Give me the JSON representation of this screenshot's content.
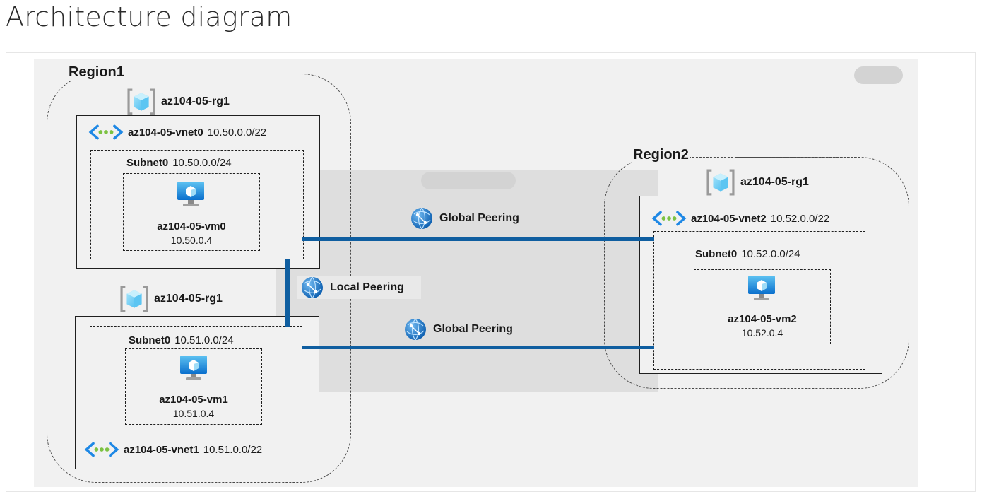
{
  "page": {
    "title": "Architecture diagram"
  },
  "regions": [
    {
      "label": "Region1",
      "groups": [
        {
          "rg": "az104-05-rg1",
          "vnet": {
            "name": "az104-05-vnet0",
            "cidr": "10.50.0.0/22"
          },
          "subnet": {
            "name": "Subnet0",
            "cidr": "10.50.0.0/24"
          },
          "vm": {
            "name": "az104-05-vm0",
            "ip": "10.50.0.4"
          }
        },
        {
          "rg": "az104-05-rg1",
          "vnet": {
            "name": "az104-05-vnet1",
            "cidr": "10.51.0.0/22"
          },
          "subnet": {
            "name": "Subnet0",
            "cidr": "10.51.0.0/24"
          },
          "vm": {
            "name": "az104-05-vm1",
            "ip": "10.51.0.4"
          }
        }
      ]
    },
    {
      "label": "Region2",
      "groups": [
        {
          "rg": "az104-05-rg1",
          "vnet": {
            "name": "az104-05-vnet2",
            "cidr": "10.52.0.0/22"
          },
          "subnet": {
            "name": "Subnet0",
            "cidr": "10.52.0.0/24"
          },
          "vm": {
            "name": "az104-05-vm2",
            "ip": "10.52.0.4"
          }
        }
      ]
    }
  ],
  "peerings": {
    "global_top": "Global Peering",
    "local": "Local Peering",
    "global_bottom": "Global Peering"
  },
  "colors": {
    "link": "#0f5ea0",
    "azure_light": "#50c7f1",
    "azure_dark": "#0078d4"
  }
}
